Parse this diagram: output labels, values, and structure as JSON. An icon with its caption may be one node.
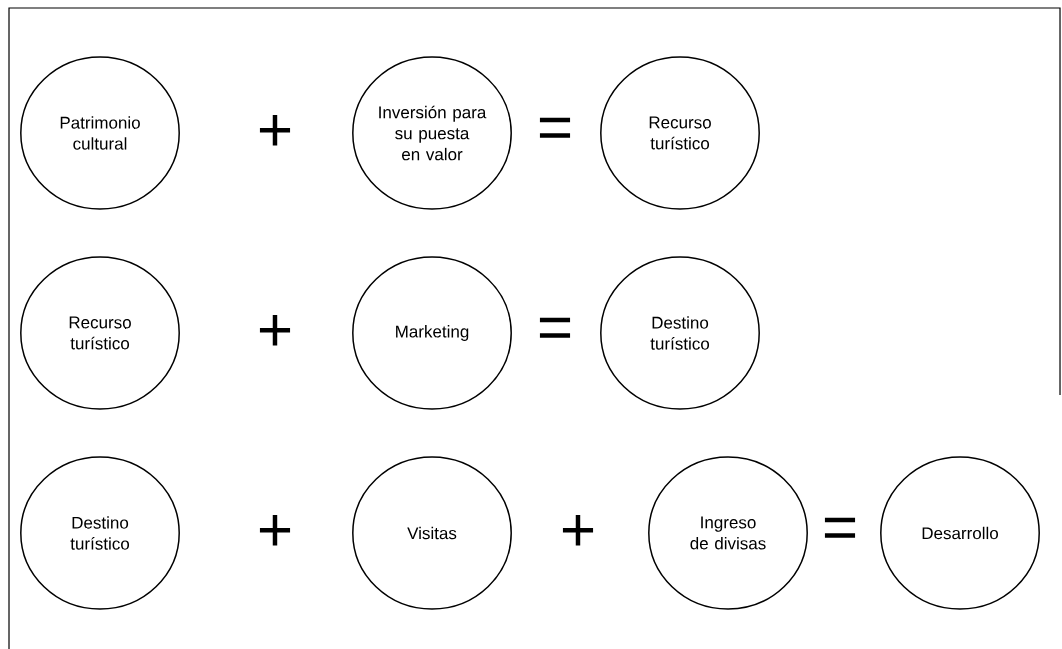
{
  "diagram": {
    "nodes": [
      {
        "text": [
          "Patrimonio cultural"
        ]
      },
      {
        "text": [
          "Inversión para su puesta en valor"
        ]
      },
      {
        "text": [
          "Recurso turístico"
        ]
      },
      {
        "text": [
          "Recurso turístico"
        ]
      },
      {
        "text": [
          "Marketing"
        ]
      },
      {
        "text": [
          "Destino turístico"
        ]
      },
      {
        "text": [
          "Destino turístico"
        ]
      },
      {
        "text": [
          "Visitas"
        ]
      },
      {
        "text": [
          "Ingreso de divisas"
        ]
      },
      {
        "text": [
          "Desarrollo"
        ]
      }
    ],
    "labels": [
      "+",
      "=",
      "+",
      "=",
      "+",
      "+",
      "="
    ]
  }
}
